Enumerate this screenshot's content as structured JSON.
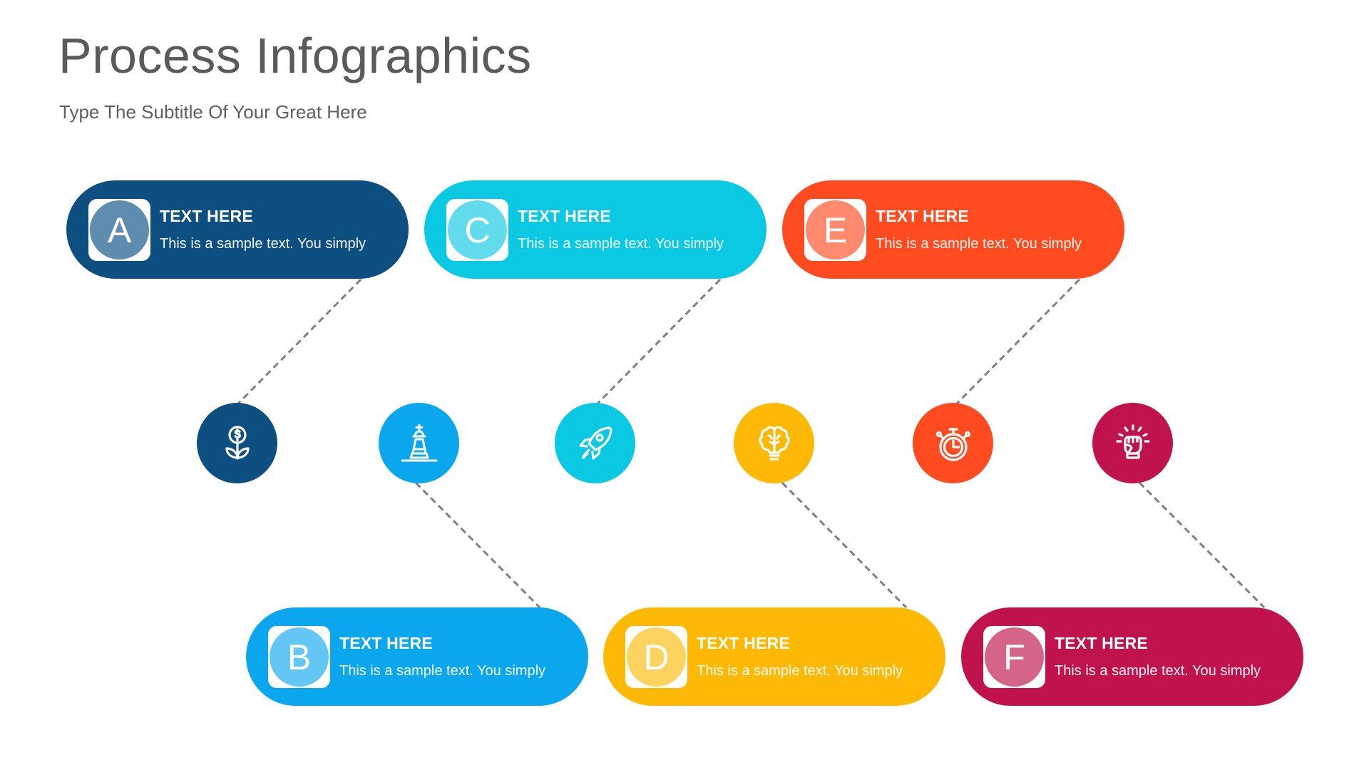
{
  "header": {
    "title": "Process Infographics",
    "subtitle": "Type The Subtitle Of Your Great Here"
  },
  "colors": {
    "connector": "#808080",
    "title_text": "#5a5a5a",
    "badge_bg": "#ffffff"
  },
  "steps": [
    {
      "letter": "A",
      "heading": "TEXT HERE",
      "body": "This is a sample text. You simply",
      "color": "#0d4f80",
      "badge_color": "#5f8db0",
      "icon": "money-plant-icon",
      "position": "top"
    },
    {
      "letter": "B",
      "heading": "TEXT HERE",
      "body": "This is a sample text. You simply",
      "color": "#0aa6ee",
      "badge_color": "#63c6f5",
      "icon": "chess-king-icon",
      "position": "bottom"
    },
    {
      "letter": "C",
      "heading": "TEXT HERE",
      "body": "This is a sample text. You simply",
      "color": "#0bc9e2",
      "badge_color": "#62dcec",
      "icon": "rocket-icon",
      "position": "top"
    },
    {
      "letter": "D",
      "heading": "TEXT HERE",
      "body": "This is a sample text. You simply",
      "color": "#fdb906",
      "badge_color": "#fdd35f",
      "icon": "brain-bulb-icon",
      "position": "bottom"
    },
    {
      "letter": "E",
      "heading": "TEXT HERE",
      "body": "This is a sample text. You simply",
      "color": "#ff4b1f",
      "badge_color": "#ff8a6e",
      "icon": "stopwatch-icon",
      "position": "top"
    },
    {
      "letter": "F",
      "heading": "TEXT HERE",
      "body": "This is a sample text. You simply",
      "color": "#c0124d",
      "badge_color": "#d56489",
      "icon": "raised-fist-icon",
      "position": "bottom"
    }
  ]
}
